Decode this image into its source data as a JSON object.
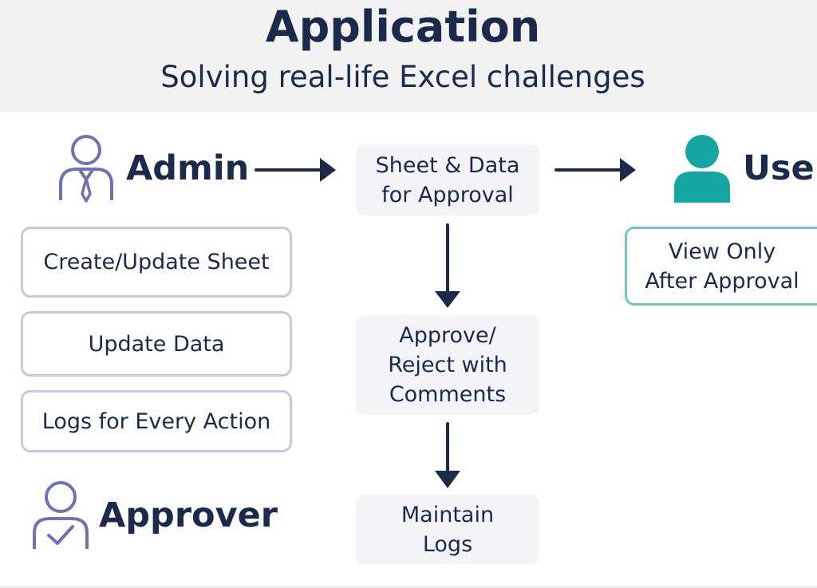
{
  "header": {
    "title": "Application",
    "subtitle": "Solving real-life Excel challenges"
  },
  "roles": {
    "admin": {
      "label": "Admin",
      "tasks": [
        "Create/Update Sheet",
        "Update Data",
        "Logs for Every Action"
      ]
    },
    "approver": {
      "label": "Approver"
    },
    "user": {
      "label": "User",
      "note": [
        "View Only",
        "After Approval"
      ]
    }
  },
  "flow": {
    "steps": [
      [
        "Sheet & Data",
        "for Approval"
      ],
      [
        "Approve/",
        "Reject with",
        "Comments"
      ],
      [
        "Maintain",
        "Logs"
      ]
    ]
  },
  "icons": {
    "admin": "admin-person-tie-icon",
    "user": "user-person-icon",
    "approver": "approver-person-check-icon",
    "arrows": "arrow-icon"
  },
  "colors": {
    "text": "#1b2a4a",
    "admin_icon": "#6f73b4",
    "admin_border": "#c9c6e5",
    "user_icon": "#14a7a2",
    "user_border": "#72c7c1",
    "flow_box": "#f4f4f8",
    "header_background": "#f2f2f3"
  }
}
